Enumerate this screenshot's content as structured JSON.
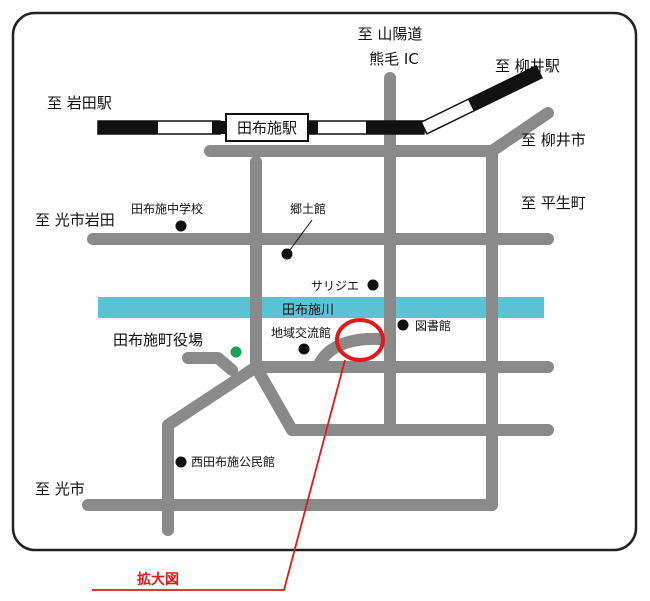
{
  "map": {
    "destinations": {
      "sanyodo": "至 山陽道",
      "kumage_ic": "熊毛 IC",
      "yanai_station": "至 柳井駅",
      "iwata_station": "至 岩田駅",
      "yanai_city": "至 柳井市",
      "hirao_town": "至 平生町",
      "hikari_iwata": "至 光市岩田",
      "hikari_city": "至 光市"
    },
    "station": "田布施駅",
    "river": "田布施川",
    "landmarks": {
      "middle_school": "田布施中学校",
      "kyodokan": "郷土館",
      "sarijie": "サリジエ",
      "library": "図書館",
      "town_office": "田布施町役場",
      "community_hall": "地域交流館",
      "nishi_tabuse_hall": "西田布施公民館"
    },
    "zoom_label": "拡大図",
    "colors": {
      "road": "#8a8a8a",
      "river": "#5bc3d3",
      "marker": "#111111",
      "town_office_marker": "#1aa35a",
      "highlight": "#e01a1a",
      "frame": "#222222"
    }
  }
}
